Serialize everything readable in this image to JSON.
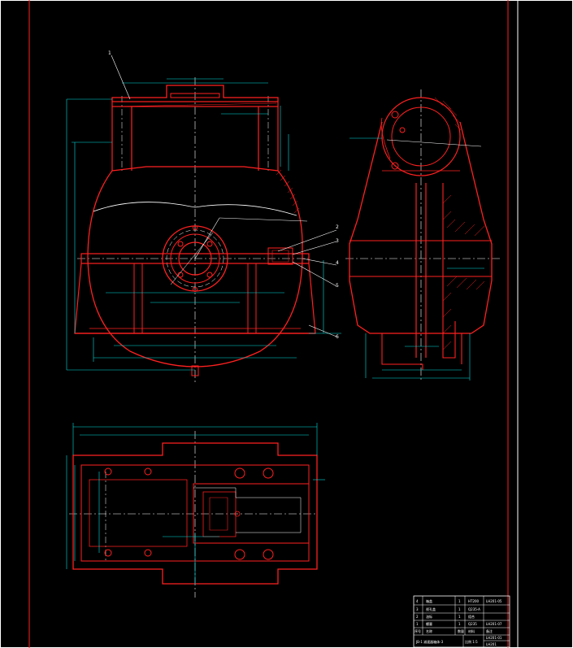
{
  "colors": {
    "background": "#000000",
    "outline": "#ff2020",
    "dimension": "#00e0e0",
    "centerline": "#ffffff",
    "text": "#ffffff",
    "leader": "#ffffff"
  },
  "balloons": [
    "1",
    "2",
    "3",
    "4",
    "5",
    "6"
  ],
  "title_block": {
    "drawing_title": "JB-1 减速器箱体-3",
    "right_top": "LH201-01",
    "right_mid": "比例 1:5",
    "right_bottom": "LH201",
    "rows": [
      [
        "4",
        "箱盖",
        "1",
        "HT200",
        "LH201-05"
      ],
      [
        "3",
        "视孔盖",
        "1",
        "Q235-A",
        ""
      ],
      [
        "2",
        "油标",
        "1",
        "组合",
        ""
      ],
      [
        "1",
        "螺塞",
        "1",
        "Q235",
        "LH201-07"
      ],
      [
        "序号",
        "名称",
        "数量",
        "材料",
        "备注"
      ]
    ]
  }
}
